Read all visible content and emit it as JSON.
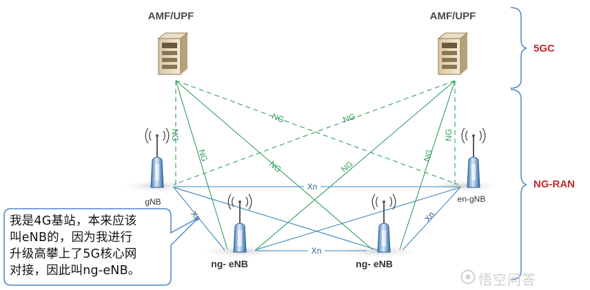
{
  "core": {
    "left_label": "AMF/UPF",
    "right_label": "AMF/UPF",
    "group_label": "5GC"
  },
  "ran": {
    "group_label": "NG-RAN",
    "gnb_label": "gNB",
    "en_gnb_label": "en-gNB",
    "ng_enb_left_label": "ng- eNB",
    "ng_enb_right_label": "ng- eNB"
  },
  "interfaces": {
    "ng": "NG",
    "xn": "Xn"
  },
  "callout": {
    "text": "我是4G基站，本来应该\n叫eNB的，因为我进行\n升级高攀上了5G核心网\n对接，因此叫ng-eNB。"
  },
  "watermark": {
    "text": "悟空问答"
  },
  "colors": {
    "ng_line": "#2e9e5a",
    "xn_line": "#3a86b8",
    "brace": "#4a86c5",
    "group_text": "#c0282d"
  }
}
